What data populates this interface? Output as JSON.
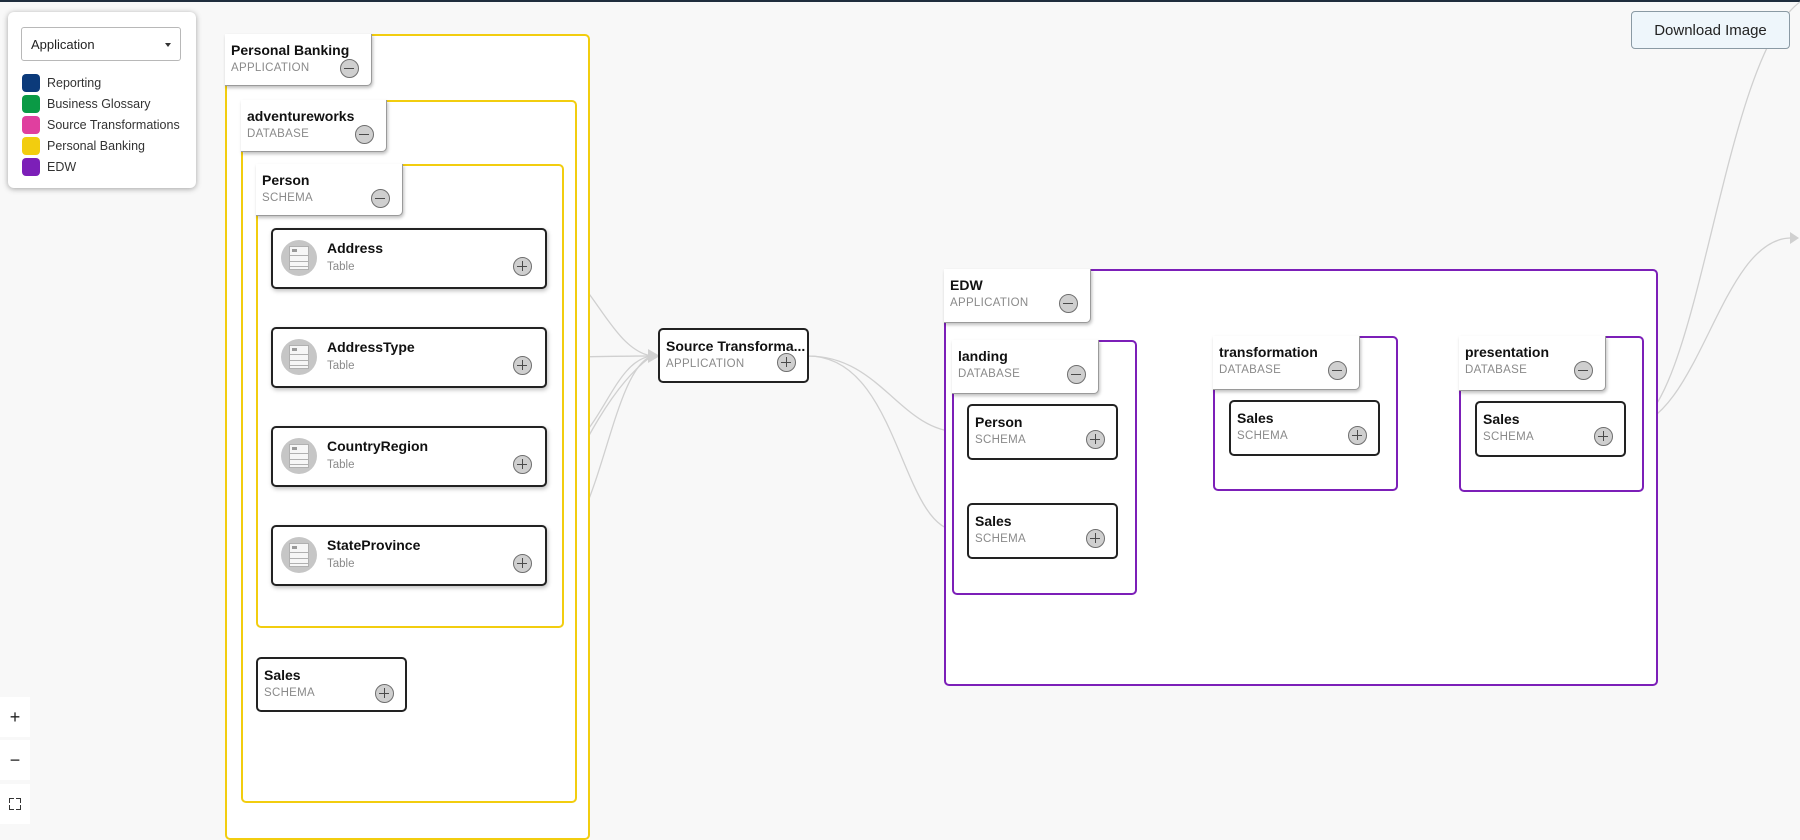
{
  "toolbar": {
    "filter_value": "Application",
    "download_label": "Download Image",
    "zoom_in_label": "+",
    "zoom_out_label": "−"
  },
  "legend": [
    {
      "label": "Reporting",
      "color": "#0b3a7a"
    },
    {
      "label": "Business Glossary",
      "color": "#0a9a45"
    },
    {
      "label": "Source Transformations",
      "color": "#e03f9f"
    },
    {
      "label": "Personal Banking",
      "color": "#f2cd0f"
    },
    {
      "label": "EDW",
      "color": "#7c1fb8"
    }
  ],
  "graph": {
    "personal_banking": {
      "name": "Personal Banking",
      "type": "APPLICATION"
    },
    "adventureworks": {
      "name": "adventureworks",
      "type": "DATABASE"
    },
    "person_schema": {
      "name": "Person",
      "type": "SCHEMA"
    },
    "tables": [
      {
        "name": "Address",
        "type": "Table"
      },
      {
        "name": "AddressType",
        "type": "Table"
      },
      {
        "name": "CountryRegion",
        "type": "Table"
      },
      {
        "name": "StateProvince",
        "type": "Table"
      }
    ],
    "pb_sales": {
      "name": "Sales",
      "type": "SCHEMA"
    },
    "source_transformations": {
      "name": "Source Transforma...",
      "type": "APPLICATION"
    },
    "edw": {
      "name": "EDW",
      "type": "APPLICATION"
    },
    "landing": {
      "name": "landing",
      "type": "DATABASE"
    },
    "landing_person": {
      "name": "Person",
      "type": "SCHEMA"
    },
    "landing_sales": {
      "name": "Sales",
      "type": "SCHEMA"
    },
    "transformation": {
      "name": "transformation",
      "type": "DATABASE"
    },
    "transformation_sales": {
      "name": "Sales",
      "type": "SCHEMA"
    },
    "presentation": {
      "name": "presentation",
      "type": "DATABASE"
    },
    "presentation_sales": {
      "name": "Sales",
      "type": "SCHEMA"
    }
  }
}
